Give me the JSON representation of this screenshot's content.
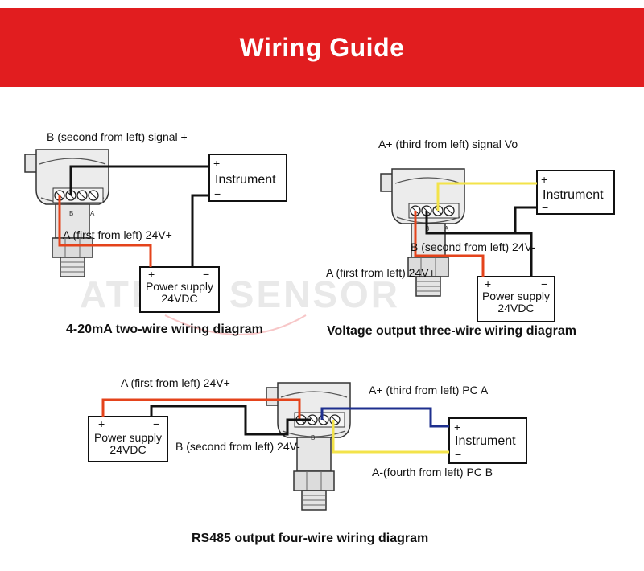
{
  "header": {
    "title": "Wiring Guide"
  },
  "colors": {
    "banner": "#e11d1f",
    "wire_red": "#e4431b",
    "wire_black": "#111111",
    "wire_yellow": "#f3e34a",
    "wire_blue": "#1e2f8e"
  },
  "watermark": {
    "text": "ATECH SENSOR"
  },
  "diagram_two_wire": {
    "caption": "4-20mA two-wire wiring diagram",
    "label_b": "B (second from left) signal +",
    "label_a": "A (first from left) 24V+",
    "instrument": {
      "label": "Instrument",
      "plus": "+",
      "minus": "−"
    },
    "power": {
      "line1": "Power supply",
      "line2": "24VDC",
      "plus": "+",
      "minus": "−"
    },
    "terminal_marks": {
      "b": "B",
      "a": "A"
    }
  },
  "diagram_three_wire": {
    "caption": "Voltage output three-wire wiring diagram",
    "label_aplus": "A+ (third from left) signal Vo",
    "label_b": "B (second from left) 24V-",
    "label_a": "A (first from left) 24V+",
    "instrument": {
      "label": "Instrument",
      "plus": "+",
      "minus": "−"
    },
    "power": {
      "line1": "Power supply",
      "line2": "24VDC",
      "plus": "+",
      "minus": "−"
    },
    "terminal_marks": {
      "b": "B",
      "a": "A"
    }
  },
  "diagram_four_wire": {
    "caption": "RS485 output four-wire wiring diagram",
    "label_a": "A (first from left) 24V+",
    "label_b": "B (second from left) 24V-",
    "label_aplus": "A+ (third from left) PC A",
    "label_aminus": "A-(fourth from left) PC B",
    "instrument": {
      "label": "Instrument",
      "plus": "+",
      "minus": "−"
    },
    "power": {
      "line1": "Power supply",
      "line2": "24VDC",
      "plus": "+",
      "minus": "−"
    },
    "terminal_marks": {
      "b": "B",
      "a": "A"
    }
  }
}
